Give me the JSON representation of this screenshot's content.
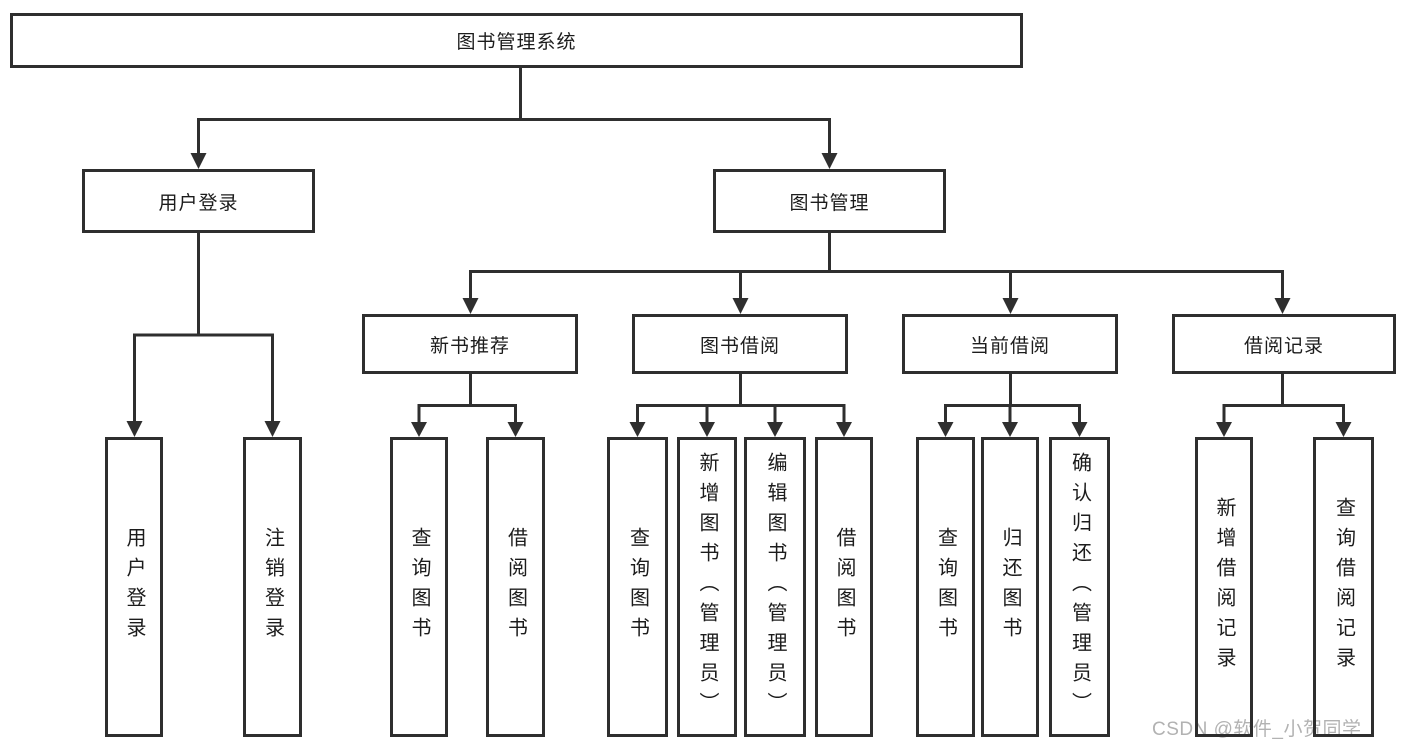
{
  "diagram": {
    "root": {
      "label": "图书管理系统"
    },
    "branches": [
      {
        "label": "用户登录",
        "children": [
          {
            "label": "用户登录"
          },
          {
            "label": "注销登录"
          }
        ]
      },
      {
        "label": "图书管理",
        "groups": [
          {
            "label": "新书推荐",
            "children": [
              {
                "label": "查询图书"
              },
              {
                "label": "借阅图书"
              }
            ]
          },
          {
            "label": "图书借阅",
            "children": [
              {
                "label": "查询图书"
              },
              {
                "label": "新增图书（管理员）"
              },
              {
                "label": "编辑图书（管理员）"
              },
              {
                "label": "借阅图书"
              }
            ]
          },
          {
            "label": "当前借阅",
            "children": [
              {
                "label": "查询图书"
              },
              {
                "label": "归还图书"
              },
              {
                "label": "确认归还（管理员）"
              }
            ]
          },
          {
            "label": "借阅记录",
            "children": [
              {
                "label": "新增借阅记录"
              },
              {
                "label": "查询借阅记录"
              }
            ]
          }
        ]
      }
    ]
  },
  "watermark": {
    "text": "CSDN @软件_小贺同学"
  },
  "colors": {
    "line": "#2f2f2f",
    "border": "#2e2e2e",
    "text": "#1c1c1c",
    "watermark": "#b2b2b2"
  }
}
